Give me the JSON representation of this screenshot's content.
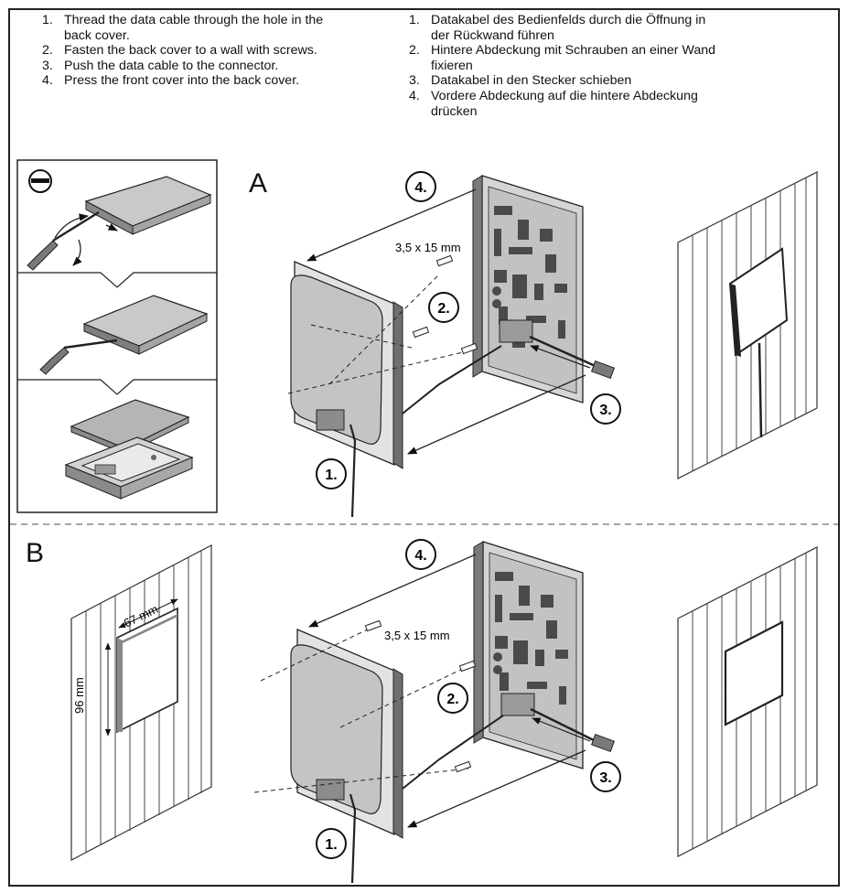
{
  "instructions_en": [
    {
      "num": "1.",
      "text": "Thread the data cable through the hole in the back cover."
    },
    {
      "num": "2.",
      "text": "Fasten the back cover to a wall with screws."
    },
    {
      "num": "3.",
      "text": "Push the data cable to the connector."
    },
    {
      "num": "4.",
      "text": "Press the front cover into the back cover."
    }
  ],
  "instructions_de": [
    {
      "num": "1.",
      "text": "Datakabel des Bedienfelds durch die Öffnung in der Rückwand führen"
    },
    {
      "num": "2.",
      "text": "Hintere Abdeckung mit Schrauben an einer Wand fixieren"
    },
    {
      "num": "3.",
      "text": "Datakabel in den Stecker schieben"
    },
    {
      "num": "4.",
      "text": "Vordere Abdeckung auf die hintere Abdeckung drücken"
    }
  ],
  "section_a": {
    "label": "A",
    "screw_spec": "3,5 x 15 mm",
    "steps": [
      "1.",
      "2.",
      "3.",
      "4."
    ],
    "remove_symbol": "minus-circle-icon"
  },
  "section_b": {
    "label": "B",
    "screw_spec": "3,5 x 15 mm",
    "cutout_width": "67 mm",
    "cutout_height": "96 mm",
    "steps": [
      "1.",
      "2.",
      "3.",
      "4."
    ]
  }
}
